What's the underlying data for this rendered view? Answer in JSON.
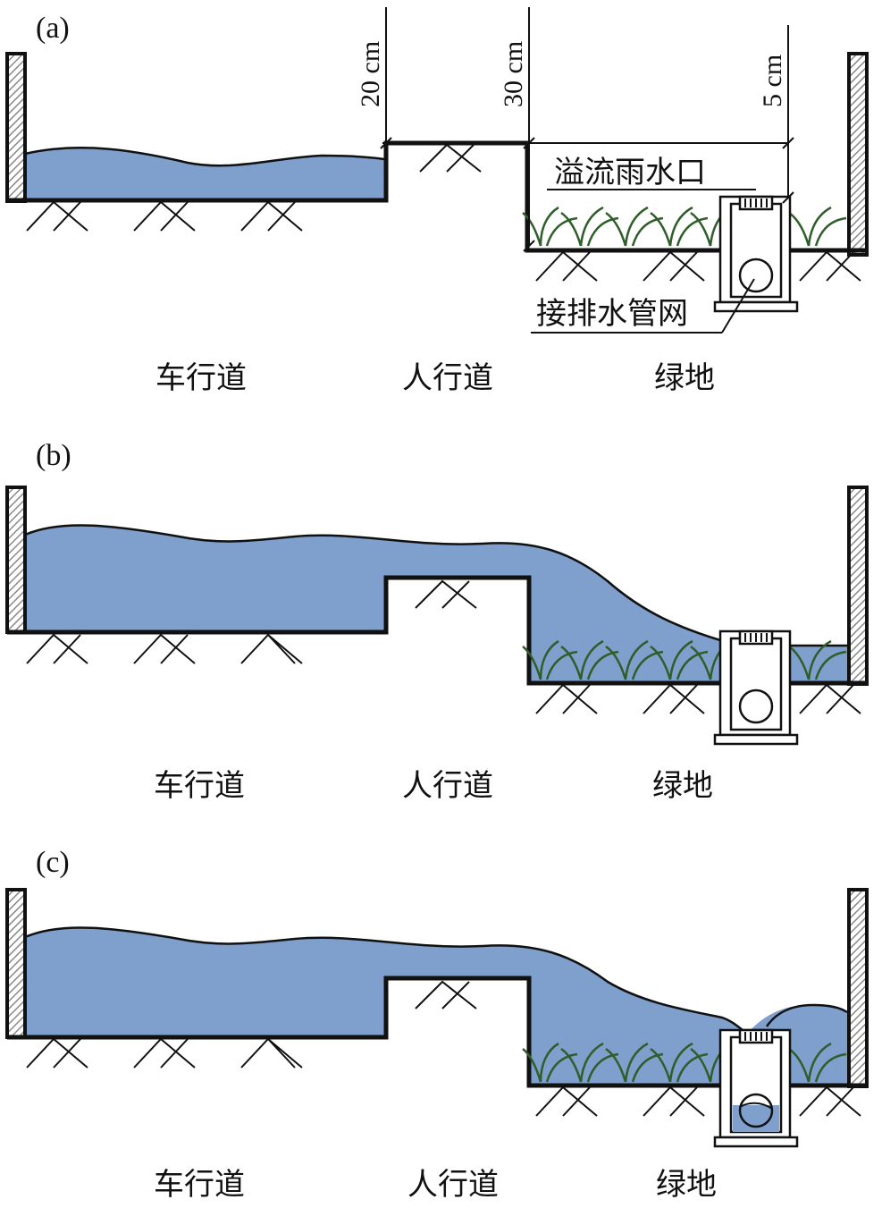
{
  "panels": [
    {
      "tag": "(a)",
      "zones": {
        "road": "车行道",
        "sidewalk": "人行道",
        "green": "绿地"
      },
      "dims": {
        "curb": "20 cm",
        "green_depth": "30 cm",
        "inlet": "5 cm"
      },
      "callouts": {
        "overflow_inlet": "溢流雨水口",
        "drain_pipe": "接排水管网"
      }
    },
    {
      "tag": "(b)",
      "zones": {
        "road": "车行道",
        "sidewalk": "人行道",
        "green": "绿地"
      }
    },
    {
      "tag": "(c)",
      "zones": {
        "road": "车行道",
        "sidewalk": "人行道",
        "green": "绿地"
      }
    }
  ],
  "colors": {
    "water": "#7f9fcc",
    "outline": "#111111",
    "grass": "#2f5e2a",
    "wall_hatch": "#888888"
  }
}
